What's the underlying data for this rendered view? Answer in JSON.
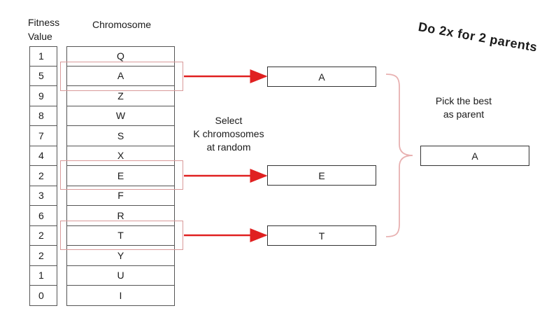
{
  "headers": {
    "fitness_line1": "Fitness",
    "fitness_line2": "Value",
    "chromosome": "Chromosome"
  },
  "rows": [
    {
      "fitness": "1",
      "chromosome": "Q"
    },
    {
      "fitness": "5",
      "chromosome": "A"
    },
    {
      "fitness": "9",
      "chromosome": "Z"
    },
    {
      "fitness": "8",
      "chromosome": "W"
    },
    {
      "fitness": "7",
      "chromosome": "S"
    },
    {
      "fitness": "4",
      "chromosome": "X"
    },
    {
      "fitness": "2",
      "chromosome": "E"
    },
    {
      "fitness": "3",
      "chromosome": "F"
    },
    {
      "fitness": "6",
      "chromosome": "R"
    },
    {
      "fitness": "2",
      "chromosome": "T"
    },
    {
      "fitness": "2",
      "chromosome": "Y"
    },
    {
      "fitness": "1",
      "chromosome": "U"
    },
    {
      "fitness": "0",
      "chromosome": "I"
    }
  ],
  "select_label": {
    "line1": "Select",
    "line2": "K chromosomes",
    "line3": "at random"
  },
  "selected": [
    "A",
    "E",
    "T"
  ],
  "pick_label": {
    "line1": "Pick the best",
    "line2": "as parent"
  },
  "parent": "A",
  "note": "Do 2x for 2 parents",
  "colors": {
    "arrow": "#e02020",
    "selection_box": "#d99a9a",
    "brace": "#e8b0b0"
  }
}
